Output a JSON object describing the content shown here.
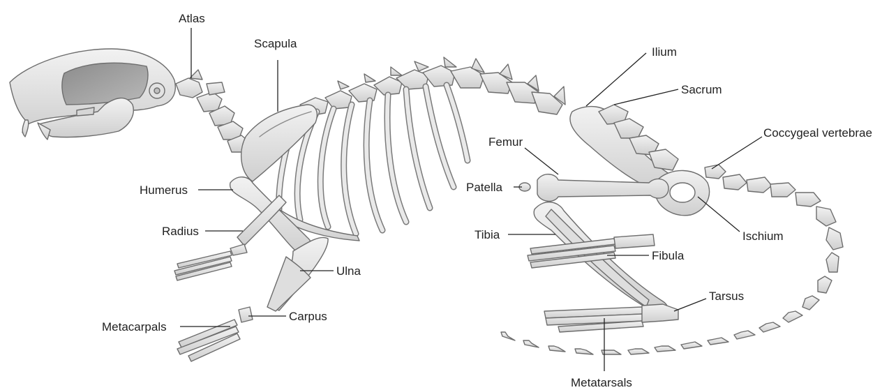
{
  "labels": {
    "atlas": "Atlas",
    "scapula": "Scapula",
    "ilium": "Ilium",
    "sacrum": "Sacrum",
    "coccygeal": "Coccygeal vertebrae",
    "femur": "Femur",
    "patella": "Patella",
    "humerus": "Humerus",
    "radius": "Radius",
    "ulna": "Ulna",
    "carpus": "Carpus",
    "metacarpals": "Metacarpals",
    "tibia": "Tibia",
    "fibula": "Fibula",
    "ischium": "Ischium",
    "tarsus": "Tarsus",
    "metatarsals": "Metatarsals"
  },
  "colors": {
    "bone_fill": "#e7e7e7",
    "bone_stroke": "#6d6d6d",
    "shadow": "#9a9a9a",
    "text": "#222222",
    "background": "#ffffff"
  }
}
